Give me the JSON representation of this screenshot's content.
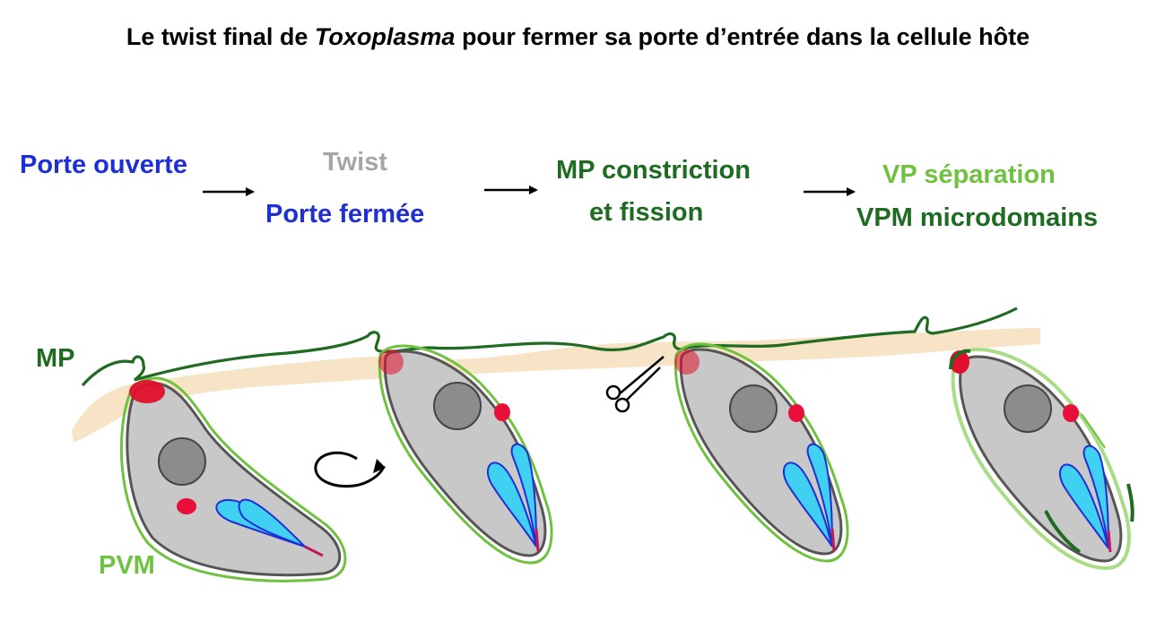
{
  "title": {
    "before": "Le twist final de ",
    "italic": "Toxoplasma",
    "after": " pour fermer sa porte d’entrée dans la cellule hôte"
  },
  "steps": [
    {
      "line1": "Porte ouverte"
    },
    {
      "line1": "Twist",
      "line2": "Porte fermée"
    },
    {
      "line1": "MP constriction",
      "line2": "et fission"
    },
    {
      "line1": "VP séparation",
      "line2": "VPM microdomains"
    }
  ],
  "labels": {
    "mp": "MP",
    "pvm": "PVM"
  },
  "colors": {
    "blue_text": "#1f2fd6",
    "grey_text": "#a6a6a6",
    "dark_green": "#1e6b21",
    "light_green": "#6fc23f",
    "host_cortex": "#f7e3c6",
    "parasite_body": "#c8c8c8",
    "nucleus": "#8c8c8c",
    "apicoplast": "#e8103a",
    "rhoptry": "#3fd0f2",
    "moving_junction": "#e0102c"
  },
  "icons": [
    "arrow-right-icon",
    "rotation-arrow-icon",
    "scissors-icon"
  ]
}
